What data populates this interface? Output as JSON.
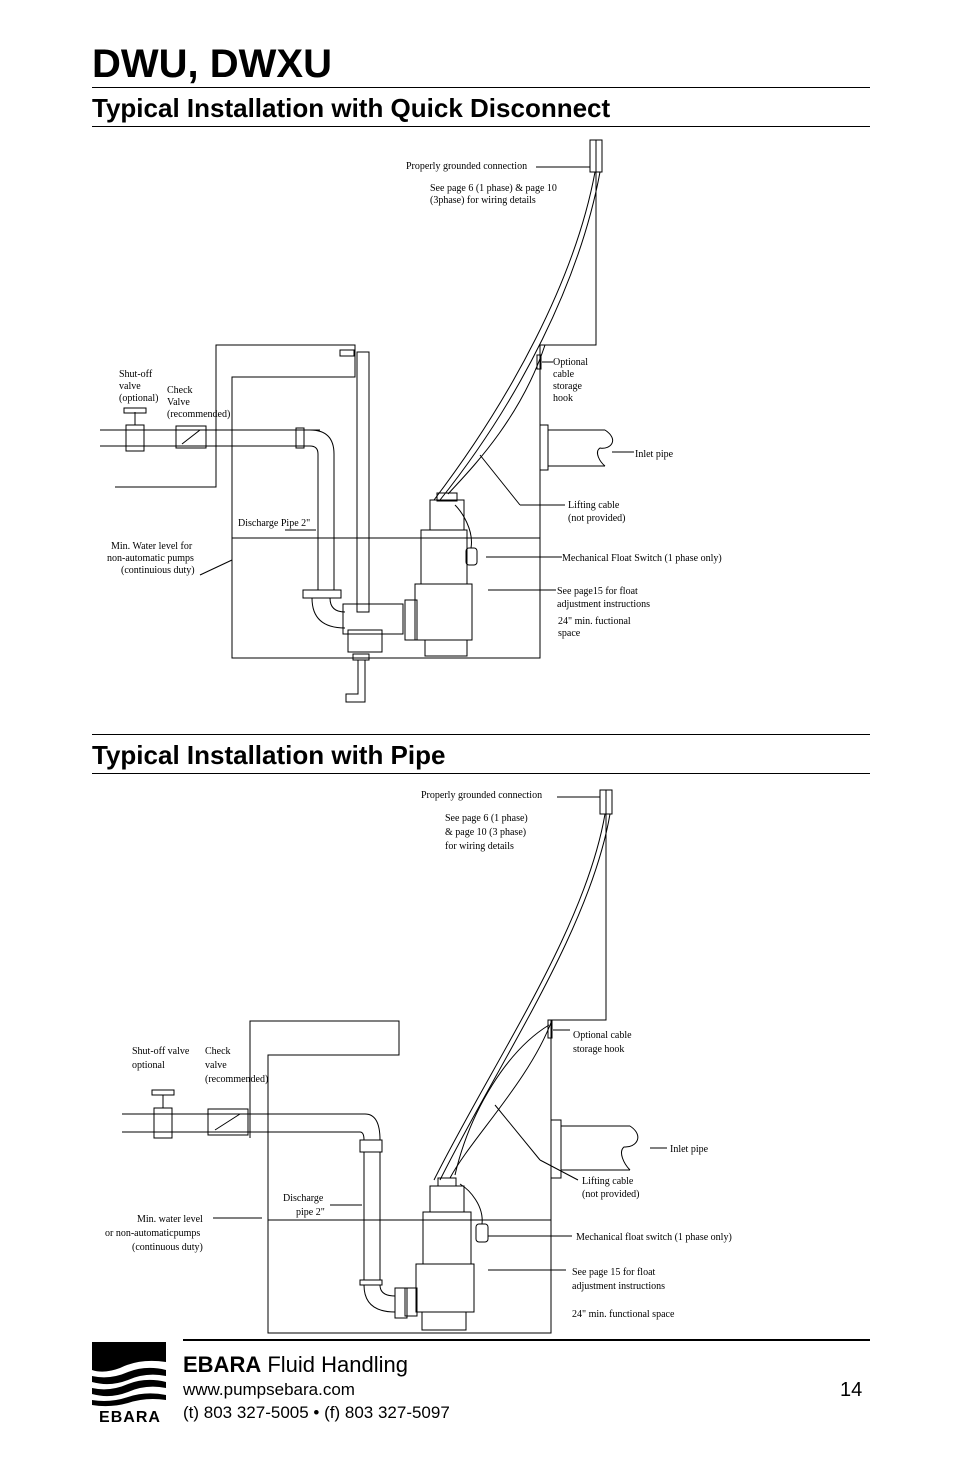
{
  "page": {
    "title": "DWU, DWXU",
    "page_number": "14"
  },
  "section1": {
    "heading": "Typical Installation with Quick Disconnect",
    "labels": {
      "grounded": "Properly grounded connection",
      "wiring1": "See page 6 (1 phase) & page 10",
      "wiring2": "(3phase) for wiring details",
      "shutoff1": "Shut-off",
      "shutoff2": "valve",
      "shutoff3": "(optional)",
      "check1": "Check",
      "check2": "Valve",
      "check3": "(recommended)",
      "hook1": "Optional",
      "hook2": "cable",
      "hook3": "storage",
      "hook4": "hook",
      "inlet": "Inlet pipe",
      "lifting1": "Lifting cable",
      "lifting2": "(not provided)",
      "discharge": "Discharge Pipe 2\"",
      "minwater1": "Min. Water level for",
      "minwater2": "non-automatic pumps",
      "minwater3": "(continuious duty)",
      "float": "Mechanical Float Switch (1 phase only)",
      "floatadj1": "See page15 for float",
      "floatadj2": "adjustment instructions",
      "space1": "24\" min. fuctional",
      "space2": "space"
    }
  },
  "section2": {
    "heading": "Typical Installation with Pipe",
    "labels": {
      "grounded": "Properly grounded connection",
      "wiring1": "See page 6 (1 phase)",
      "wiring2": "& page 10 (3 phase)",
      "wiring3": "for wiring details",
      "shutoff1": "Shut-off valve",
      "shutoff2": "optional",
      "check1": "Check",
      "check2": "valve",
      "check3": "(recommended)",
      "hook1": "Optional cable",
      "hook2": "storage hook",
      "inlet": "Inlet pipe",
      "lifting1": "Lifting cable",
      "lifting2": "(not provided)",
      "discharge1": "Discharge",
      "discharge2": "pipe 2\"",
      "minwater1": "Min. water level",
      "minwater2": "or non-automaticpumps",
      "minwater3": "(continuous duty)",
      "float": "Mechanical float switch (1 phase only)",
      "floatadj1": "See page 15 for float",
      "floatadj2": "adjustment instructions",
      "space": "24\" min. functional space"
    }
  },
  "footer": {
    "brand_bold": "EBARA",
    "brand_rest": " Fluid Handling",
    "url": "www.pumpsebara.com",
    "phone": "(t) 803  327-5005  •  (f) 803  327-5097",
    "logo_text": "EBARA"
  }
}
